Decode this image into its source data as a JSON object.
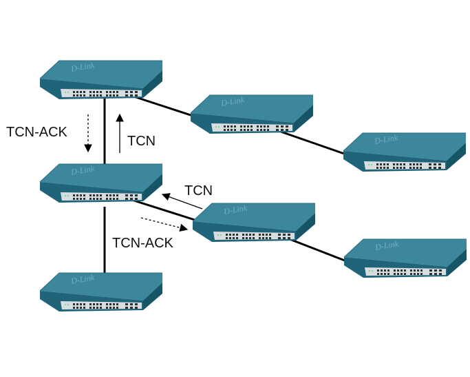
{
  "diagram": {
    "labels": {
      "tcn_ack_top": "TCN-ACK",
      "tcn_top": "TCN",
      "tcn_mid": "TCN",
      "tcn_ack_mid": "TCN-ACK"
    },
    "switch_brand": "D-Link",
    "colors": {
      "switch_top": "#3d879c",
      "switch_front": "#1f6478",
      "link": "#000000",
      "arrow": "#000000"
    }
  }
}
